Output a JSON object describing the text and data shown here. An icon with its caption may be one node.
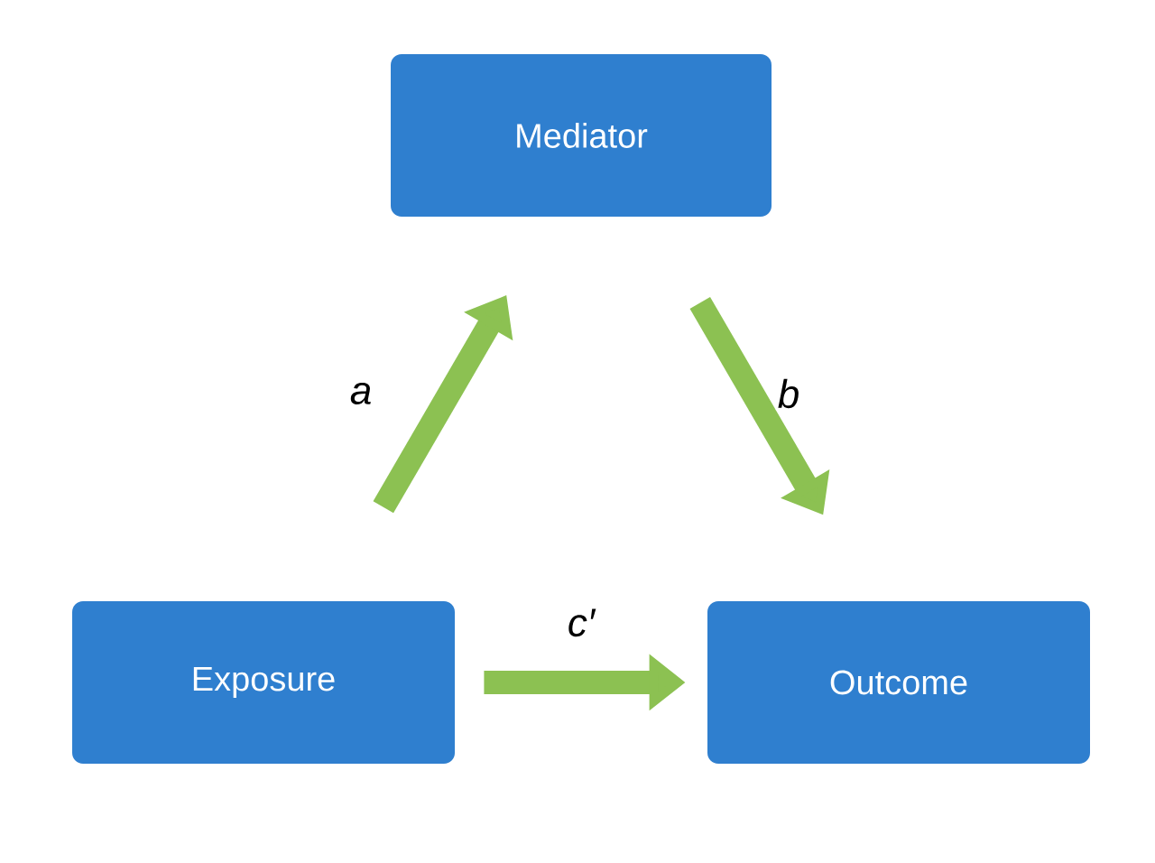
{
  "diagram": {
    "nodes": [
      {
        "text": [
          "Mediator"
        ]
      },
      {
        "text": [
          "Exposure"
        ]
      },
      {
        "text": [
          "Outcome"
        ]
      }
    ],
    "edges": [
      {
        "from": 1,
        "to": 0,
        "arrow": "to",
        "label": "a"
      },
      {
        "from": 0,
        "to": 2,
        "arrow": "to",
        "label": "b"
      },
      {
        "from": 1,
        "to": 2,
        "arrow": "to",
        "label": "c′"
      }
    ]
  }
}
